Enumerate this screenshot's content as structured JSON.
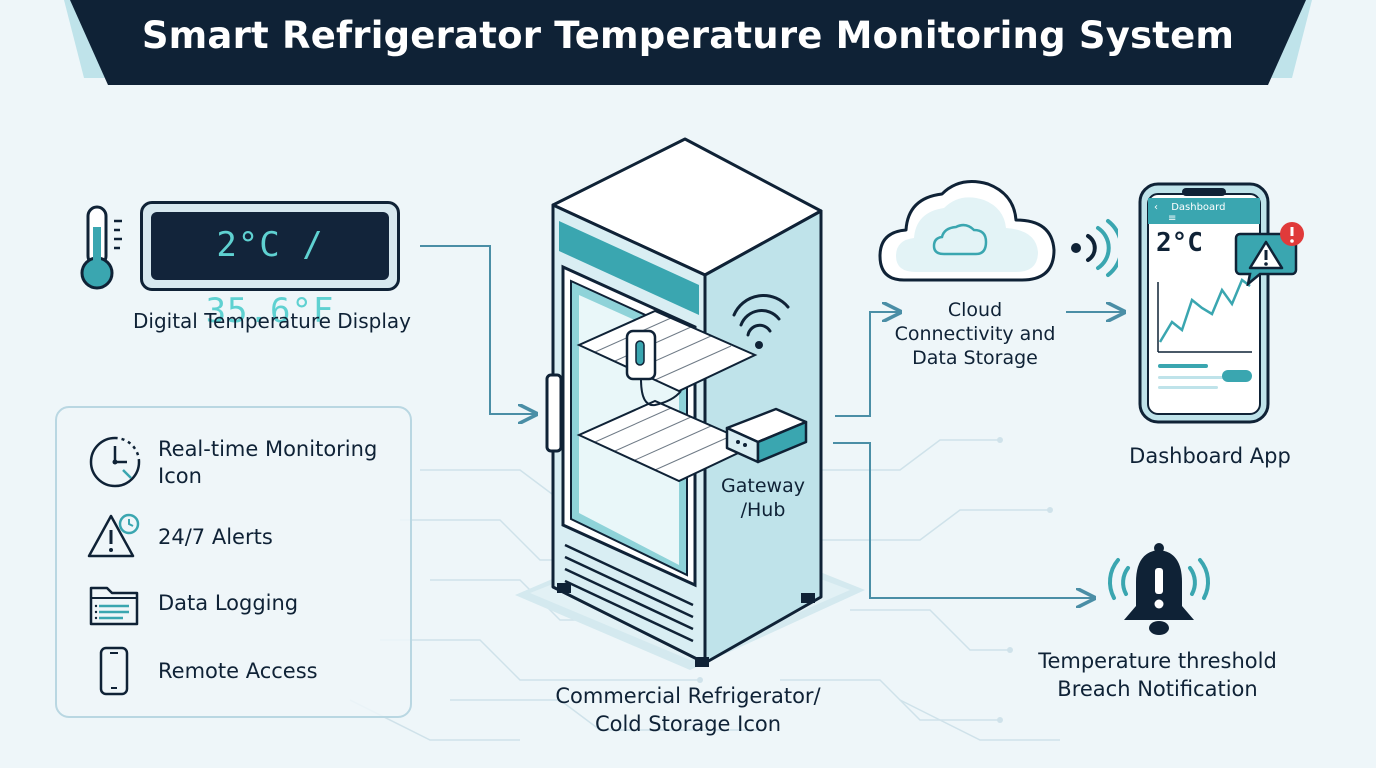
{
  "title": "Smart Refrigerator Temperature Monitoring System",
  "display": {
    "reading": "2°C / 35.6°F",
    "label": "Digital Temperature Display"
  },
  "features": [
    {
      "icon": "clock-icon",
      "label": "Real-time Monitoring Icon"
    },
    {
      "icon": "alert-triangle-icon",
      "label": "24/7 Alerts"
    },
    {
      "icon": "folder-icon",
      "label": "Data Logging"
    },
    {
      "icon": "smartphone-icon",
      "label": "Remote Access"
    }
  ],
  "refrigerator": {
    "label_line1": "Commercial Refrigerator/",
    "label_line2": "Cold Storage Icon"
  },
  "gateway": {
    "label_line1": "Gateway",
    "label_line2": "/Hub"
  },
  "cloud": {
    "label_line1": "Cloud",
    "label_line2": "Connectivity and",
    "label_line3": "Data Storage"
  },
  "dashboard": {
    "screen_title": "Dashboard",
    "screen_reading": "2°C",
    "label": "Dashboard App"
  },
  "notification": {
    "label_line1": "Temperature threshold",
    "label_line2": "Breach Notification"
  },
  "colors": {
    "navy": "#0f2236",
    "teal": "#3aa6b0",
    "light_teal": "#bfe3ea",
    "background": "#eef6f9",
    "alert_red": "#e03a3a"
  }
}
